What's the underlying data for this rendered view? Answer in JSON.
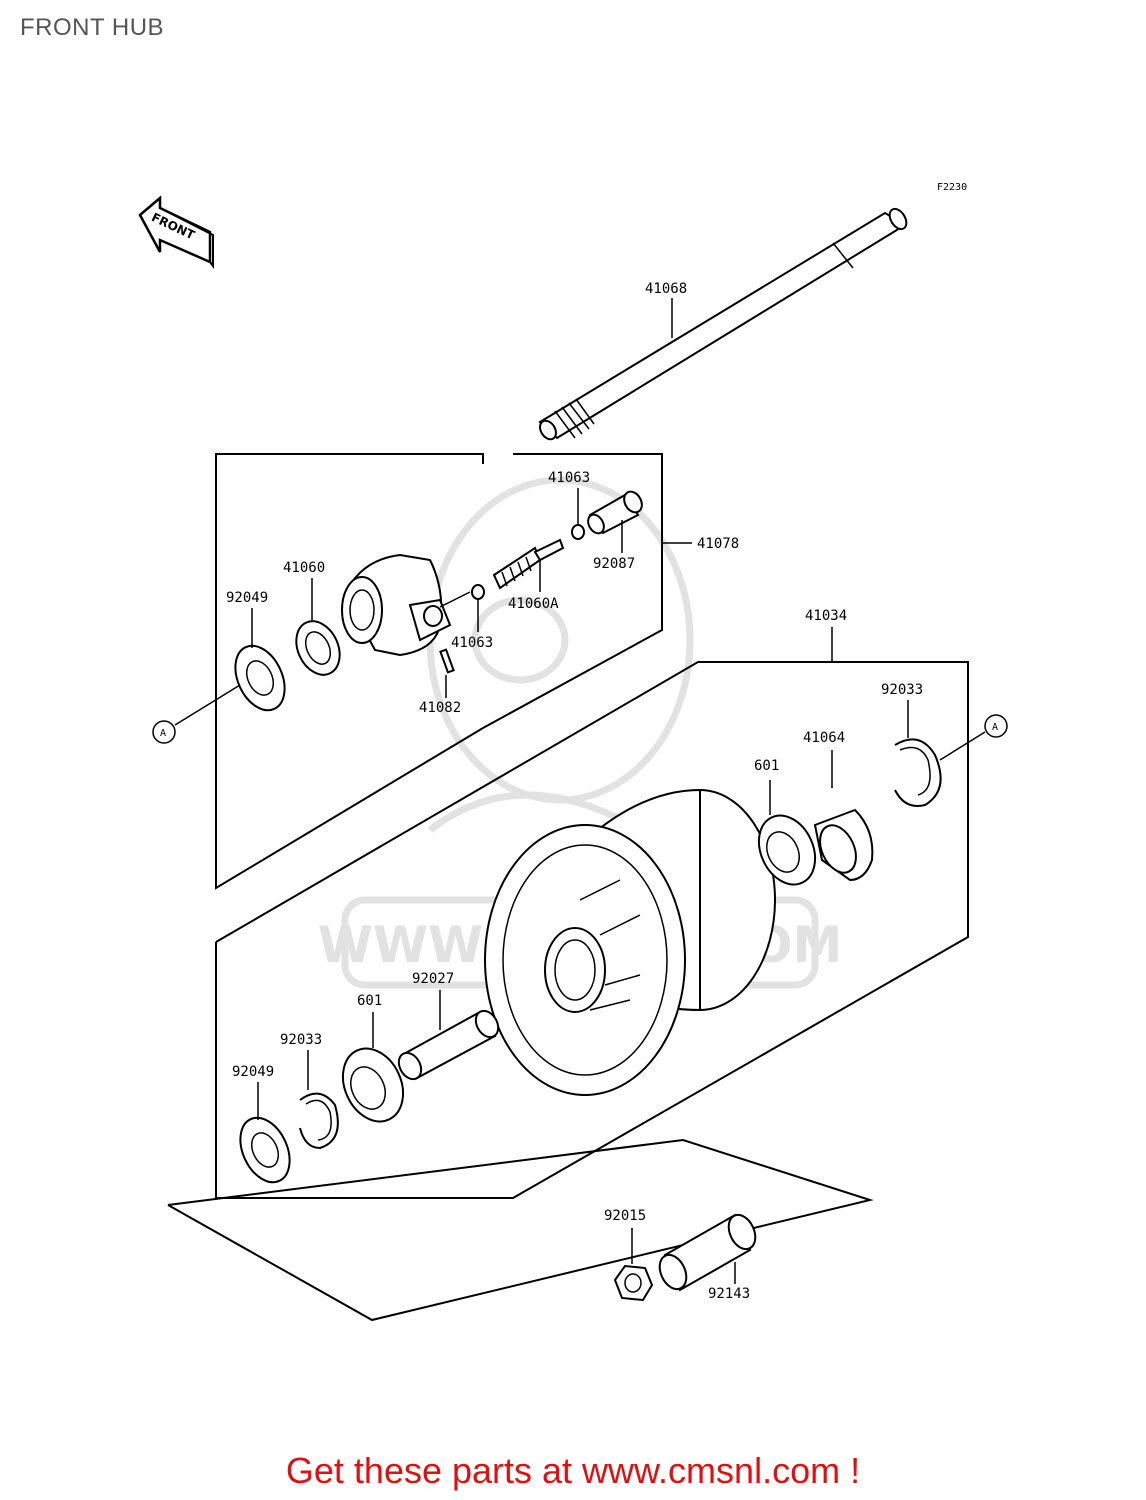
{
  "title": "FRONT HUB",
  "figure_code": "F2230",
  "front_arrow_text": "FRONT",
  "ref_marker": "A",
  "watermark_text": "WWW.CMSNL.COM",
  "promo_text": "Get these parts at www.cmsnl.com !",
  "colors": {
    "promo": "#dd1111",
    "title": "#555555",
    "watermark": "#e2e2e2"
  },
  "parts": {
    "axle": "41068",
    "gear_housing_assy": "41078",
    "drive_gear": "41060",
    "pinion_gear": "41060A",
    "washer_upper": "41063",
    "washer_lower": "41063",
    "bushing": "92087",
    "pin": "41082",
    "seal_upper": "92049",
    "hub": "41034",
    "circlip_right": "92033",
    "drive_plate": "41064",
    "bearing_right": "601",
    "spacer": "92027",
    "bearing_left": "601",
    "circlip_left": "92033",
    "seal_lower": "92049",
    "nut": "92015",
    "collar": "92143"
  }
}
